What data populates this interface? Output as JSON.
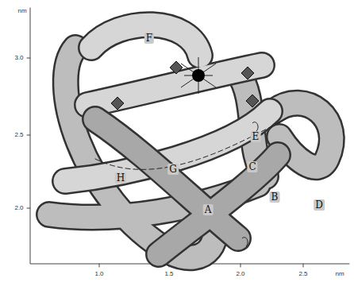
{
  "diagram": {
    "labels": [
      "F",
      "E",
      "C",
      "D",
      "B",
      "G",
      "H",
      "A",
      "nm",
      "3.0",
      "2.5",
      "2.0",
      "1.0",
      "1.5",
      "2.0",
      "2.5",
      "nm"
    ]
  }
}
